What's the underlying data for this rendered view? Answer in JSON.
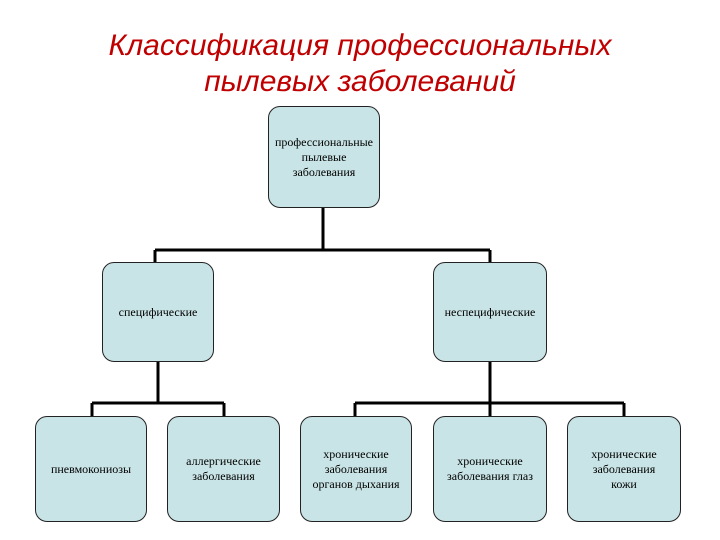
{
  "title": {
    "line1": "Классификация профессиональных",
    "line2": "пылевых заболеваний"
  },
  "root": {
    "label": "профессиональные\nпылевые\nзаболевания"
  },
  "level1": [
    {
      "label": "специфические"
    },
    {
      "label": "неспецифические"
    }
  ],
  "level2": [
    {
      "label": "пневмокониозы"
    },
    {
      "label": "аллергические\nзаболевания"
    },
    {
      "label": "хронические\nзаболевания\nорганов дыхания"
    },
    {
      "label": "хронические\nзаболевания   глаз"
    },
    {
      "label": "хронические\nзаболевания\nкожи"
    }
  ],
  "colors": {
    "title": "#c00000",
    "box_fill": "#c9e4e6",
    "connector": "#000000"
  }
}
